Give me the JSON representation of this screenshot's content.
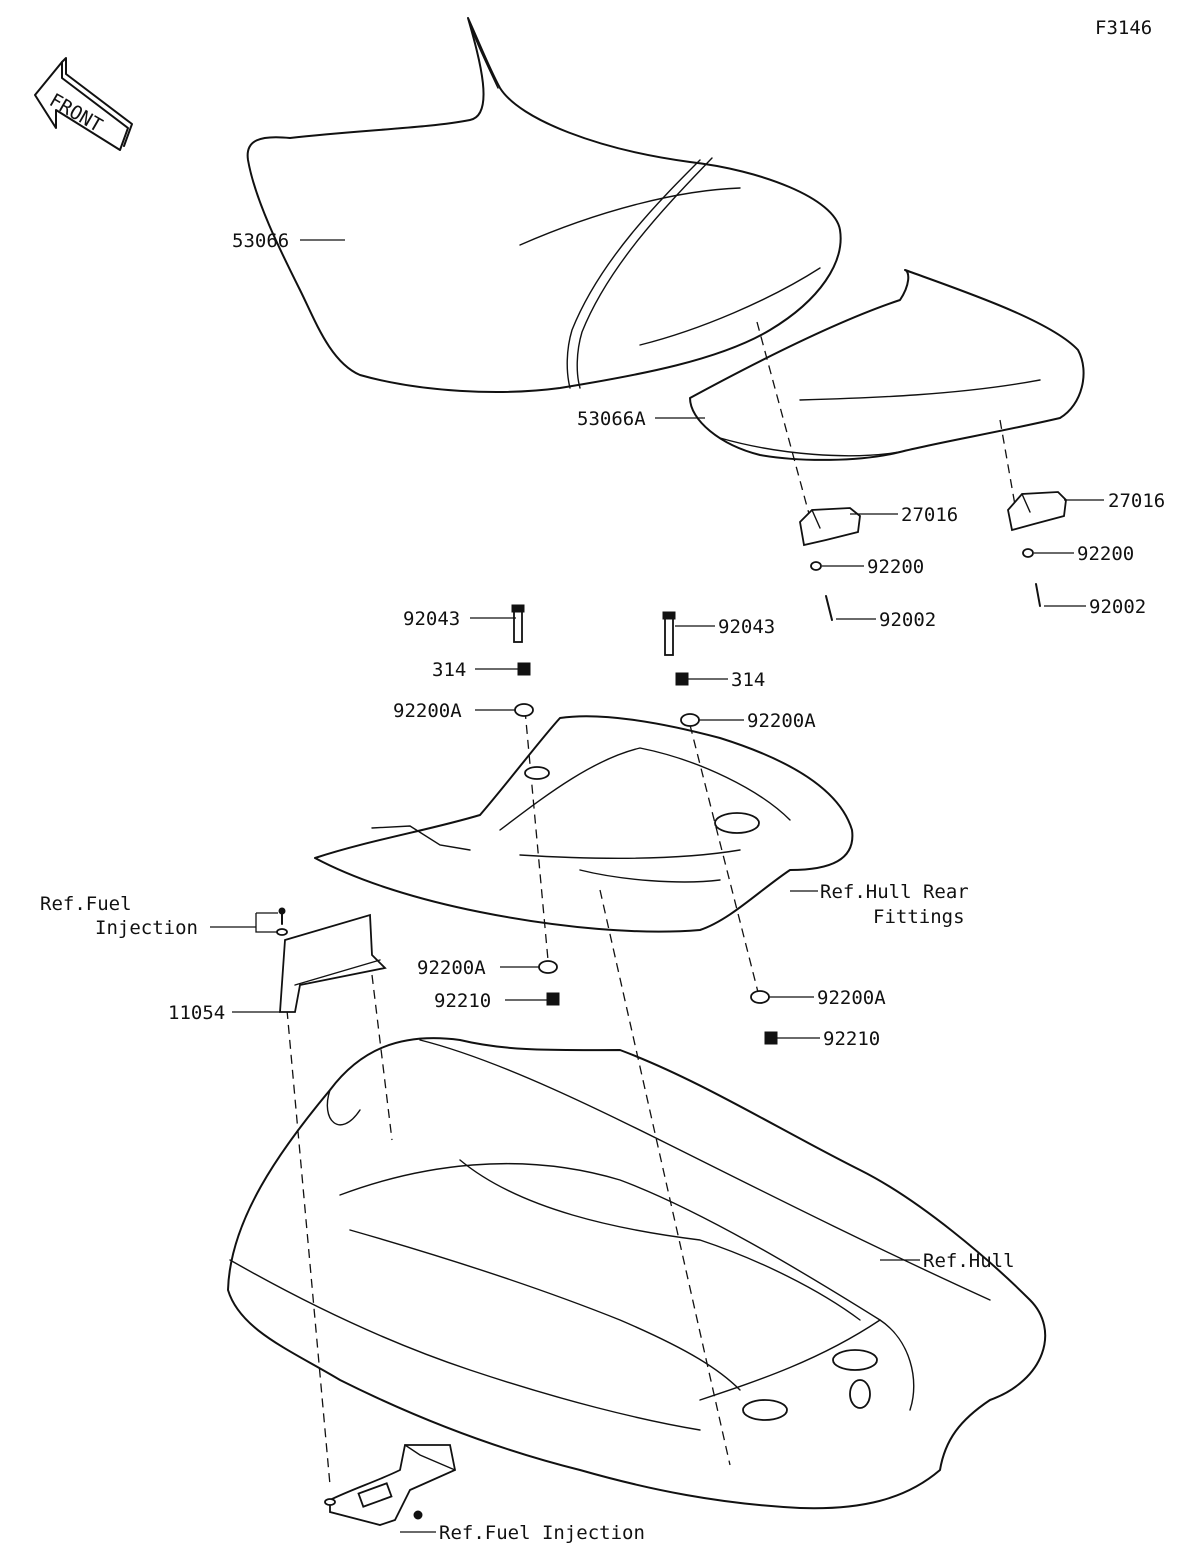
{
  "figure_code": "F3146",
  "front_arrow_label": "FRONT",
  "labels": {
    "seat_front": "53066",
    "seat_rear": "53066A",
    "stopper_left": "27016",
    "stopper_right": "27016",
    "washer_left": "92200",
    "washer_right": "92200",
    "bolt_left": "92002",
    "bolt_right": "92002",
    "stud_left": "92043",
    "stud_right": "92043",
    "nut314_left": "314",
    "nut314_right": "314",
    "washer_a_upper_left": "92200A",
    "washer_a_upper_right": "92200A",
    "washer_a_lower_left": "92200A",
    "washer_a_lower_right": "92200A",
    "nut_lower_left": "92210",
    "nut_lower_right": "92210",
    "bracket": "11054",
    "ref_fuel_injection_top_line1": "Ref.Fuel",
    "ref_fuel_injection_top_line2": "Injection",
    "ref_hull_rear_fittings_line1": "Ref.Hull Rear",
    "ref_hull_rear_fittings_line2": "Fittings",
    "ref_hull": "Ref.Hull",
    "ref_fuel_injection_bottom": "Ref.Fuel Injection"
  }
}
